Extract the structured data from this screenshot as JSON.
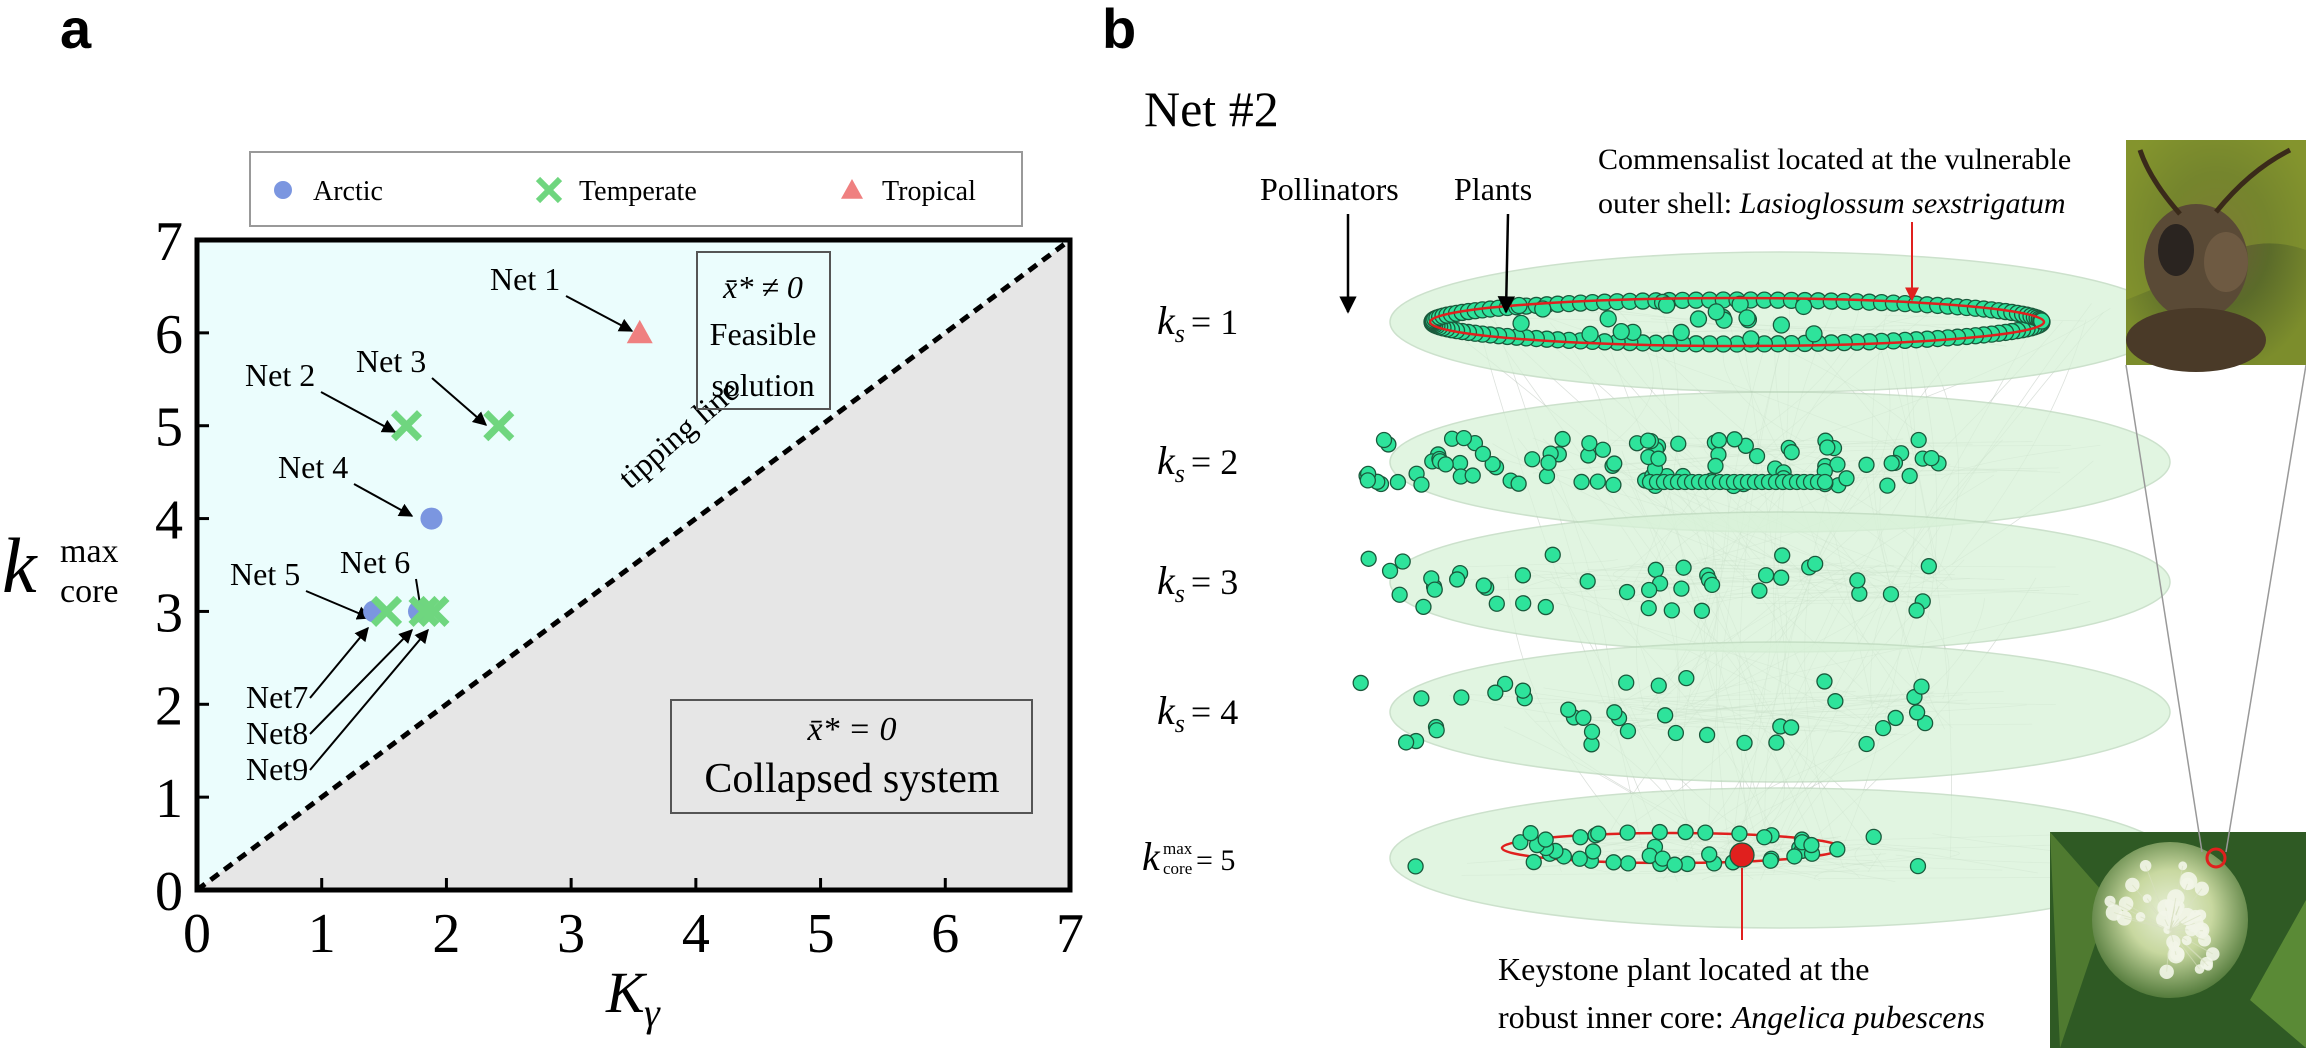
{
  "panel_a": {
    "letter": "a",
    "legend": [
      {
        "label": "Arctic",
        "marker": "circle",
        "color": "#7b96e0"
      },
      {
        "label": "Temperate",
        "marker": "x",
        "color": "#6fd67f"
      },
      {
        "label": "Tropical",
        "marker": "triangle",
        "color": "#ef8080"
      }
    ],
    "xlabel_main": "K",
    "xlabel_sub": "γ",
    "ylabel_main": "k",
    "ylabel_sup": "max",
    "ylabel_sub": "core",
    "feasible_box": {
      "line1": "x̄* ≠ 0",
      "line2": "Feasible",
      "line3": "solution"
    },
    "collapsed_box": {
      "line1": "x̄* = 0",
      "line2": "Collapsed system"
    },
    "tipping_label": "tipping line",
    "net_labels": [
      {
        "text": "Net 1",
        "target": 0
      },
      {
        "text": "Net 2",
        "target": 1
      },
      {
        "text": "Net 3",
        "target": 2
      },
      {
        "text": "Net 4",
        "target": 3
      },
      {
        "text": "Net 5",
        "target": 4
      },
      {
        "text": "Net 6",
        "target": 5
      },
      {
        "text": "Net7",
        "target": 6
      },
      {
        "text": "Net8",
        "target": 7
      },
      {
        "text": "Net9",
        "target": 8
      }
    ],
    "colors": {
      "feasible_bg": "#ebfdfd",
      "collapsed_bg": "#e6e6e6"
    }
  },
  "chart_data": {
    "type": "scatter",
    "xlim": [
      0,
      7
    ],
    "ylim": [
      0,
      7
    ],
    "xticks": [
      0,
      1,
      2,
      3,
      4,
      5,
      6,
      7
    ],
    "yticks": [
      0,
      1,
      2,
      3,
      4,
      5,
      6,
      7
    ],
    "tipping_line": [
      [
        0,
        0
      ],
      [
        7,
        7
      ]
    ],
    "series": [
      {
        "name": "Arctic",
        "points": [
          {
            "net": "Net 4",
            "x": 1.88,
            "y": 4
          },
          {
            "net": "Net 5",
            "x": 1.42,
            "y": 3
          },
          {
            "net": "Net 6",
            "x": 1.78,
            "y": 3
          }
        ]
      },
      {
        "name": "Temperate",
        "points": [
          {
            "net": "Net 2",
            "x": 1.68,
            "y": 5
          },
          {
            "net": "Net 3",
            "x": 2.42,
            "y": 5
          },
          {
            "net": "Net7",
            "x": 1.52,
            "y": 3
          },
          {
            "net": "Net8",
            "x": 1.82,
            "y": 3
          },
          {
            "net": "Net9",
            "x": 1.9,
            "y": 3
          }
        ]
      },
      {
        "name": "Tropical",
        "points": [
          {
            "net": "Net 1",
            "x": 3.55,
            "y": 6
          }
        ]
      }
    ]
  },
  "panel_b": {
    "letter": "b",
    "title": "Net #2",
    "pollinators_label": "Pollinators",
    "plants_label": "Plants",
    "commensalist_line1": "Commensalist located at the vulnerable",
    "commensalist_line2": "outer shell: ",
    "commensalist_species": "Lasioglossum sexstrigatum",
    "keystone_line1": "Keystone plant located at the",
    "keystone_line2": "robust inner core: ",
    "keystone_species": "Angelica pubescens",
    "shells": [
      {
        "k": "k",
        "sub": "s",
        "eq": "= 1"
      },
      {
        "k": "k",
        "sub": "s",
        "eq": "= 2"
      },
      {
        "k": "k",
        "sub": "s",
        "eq": "= 3"
      },
      {
        "k": "k",
        "sub": "s",
        "eq": "= 4"
      },
      {
        "k": "k",
        "sub": "core",
        "sup": "max",
        "eq": "= 5"
      }
    ],
    "photos": {
      "top": "bee-photo",
      "bottom": "angelica-photo"
    },
    "colors": {
      "node": "#2ee39b",
      "node_stroke": "#1a5a3c",
      "shell": "#d8f2d8",
      "highlight": "#e0201e"
    }
  }
}
